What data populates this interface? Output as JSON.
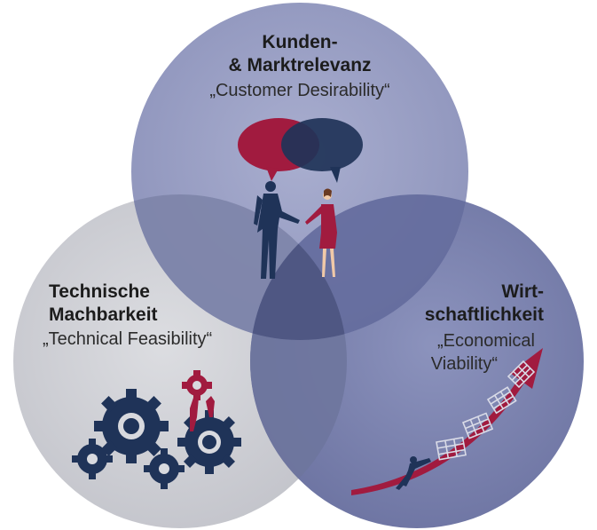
{
  "colors": {
    "top_circle": "#9aa0c4",
    "left_circle": "#cfd0d6",
    "right_circle": "#7b82ae",
    "overlap_dark": "#4f5783",
    "navy": "#1f3358",
    "crimson": "#a11b3f"
  },
  "circles": {
    "top": {
      "title_line1": "Kunden-",
      "title_line2": "& Marktrelevanz",
      "subtitle": "„Customer Desirability“",
      "icon": "handshake-speech-bubbles"
    },
    "left": {
      "title_line1": "Technische",
      "title_line2": "Machbarkeit",
      "subtitle": "„Technical Feasibility“",
      "icon": "gears"
    },
    "right": {
      "title_line1": "Wirt-",
      "title_line2": "schaftlichkeit",
      "subtitle_line1": "„Economical",
      "subtitle_line2": "Viability“",
      "icon": "rising-arrow-shopping-carts"
    }
  }
}
